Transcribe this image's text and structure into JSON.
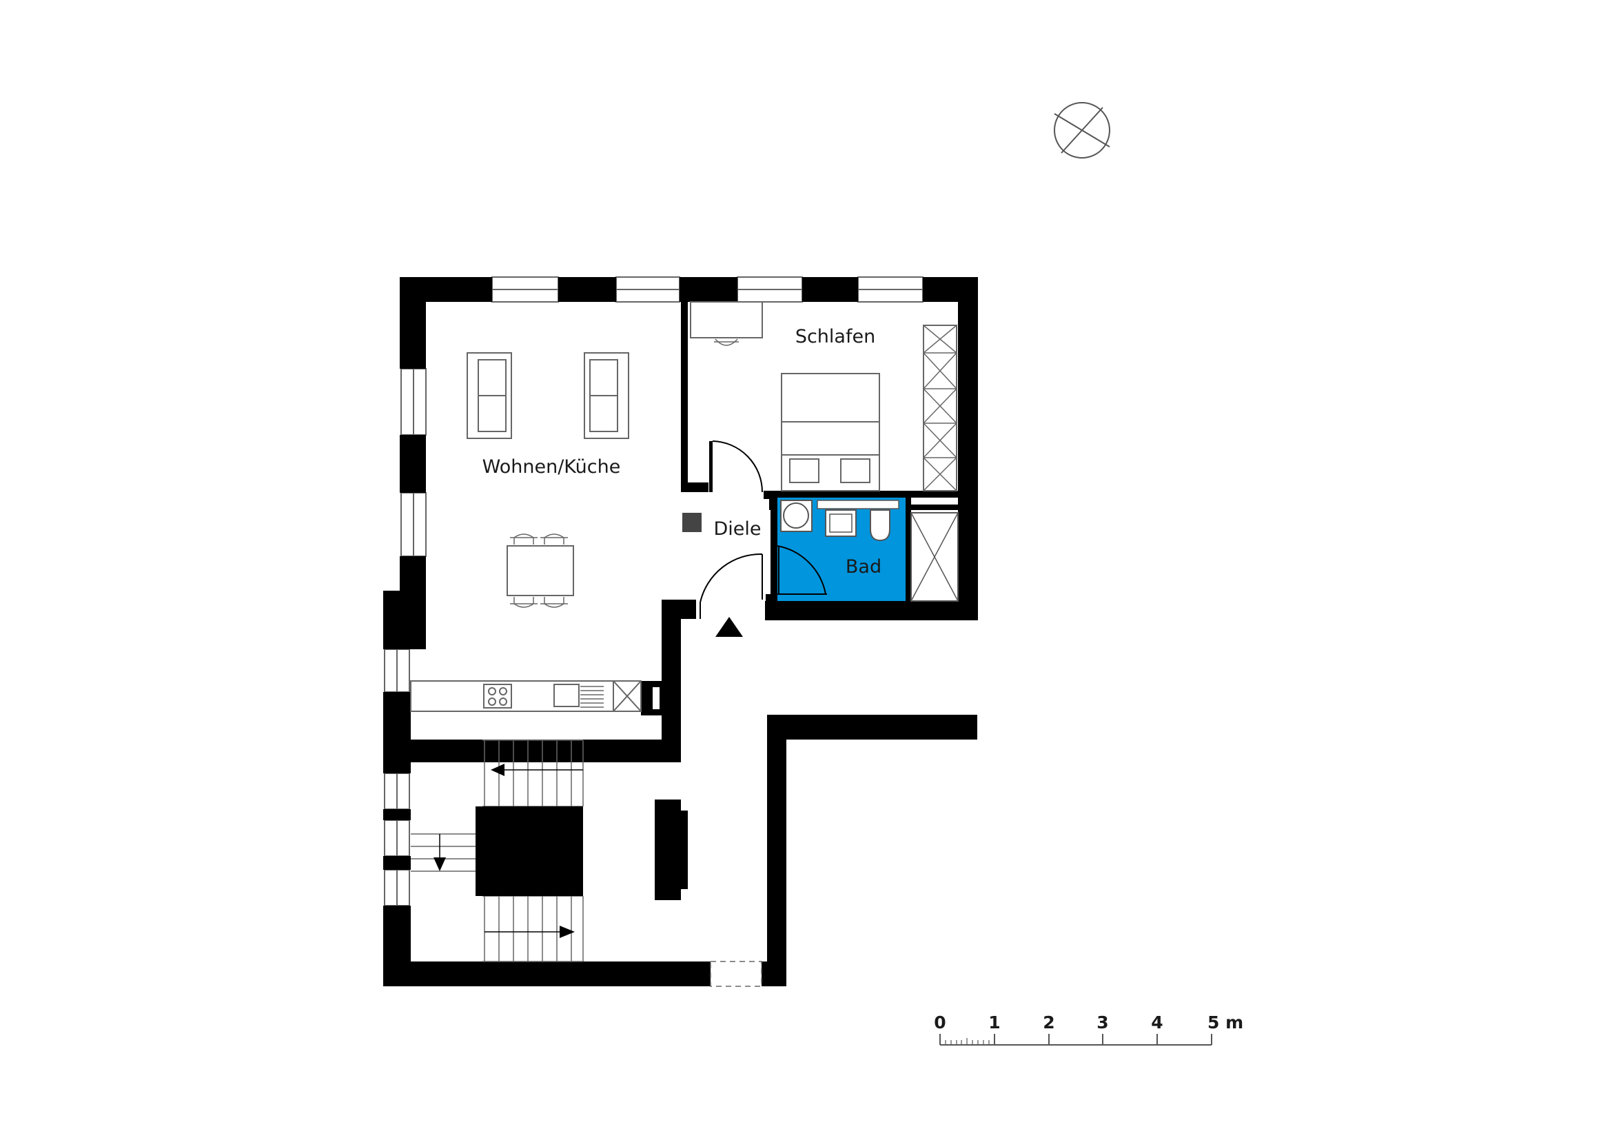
{
  "rooms": {
    "living": "Wohnen/Küche",
    "bedroom": "Schlafen",
    "hall": "Diele",
    "bath": "Bad"
  },
  "scale_bar": {
    "labels": [
      "0",
      "1",
      "2",
      "3",
      "4",
      "5 m"
    ]
  },
  "colors": {
    "wall": "#000000",
    "bathroom_fill": "#0095dd",
    "furniture_line": "#666666"
  },
  "icons": [
    "north-arrow-icon",
    "entrance-arrow-icon",
    "stair-direction-arrow-icon"
  ]
}
